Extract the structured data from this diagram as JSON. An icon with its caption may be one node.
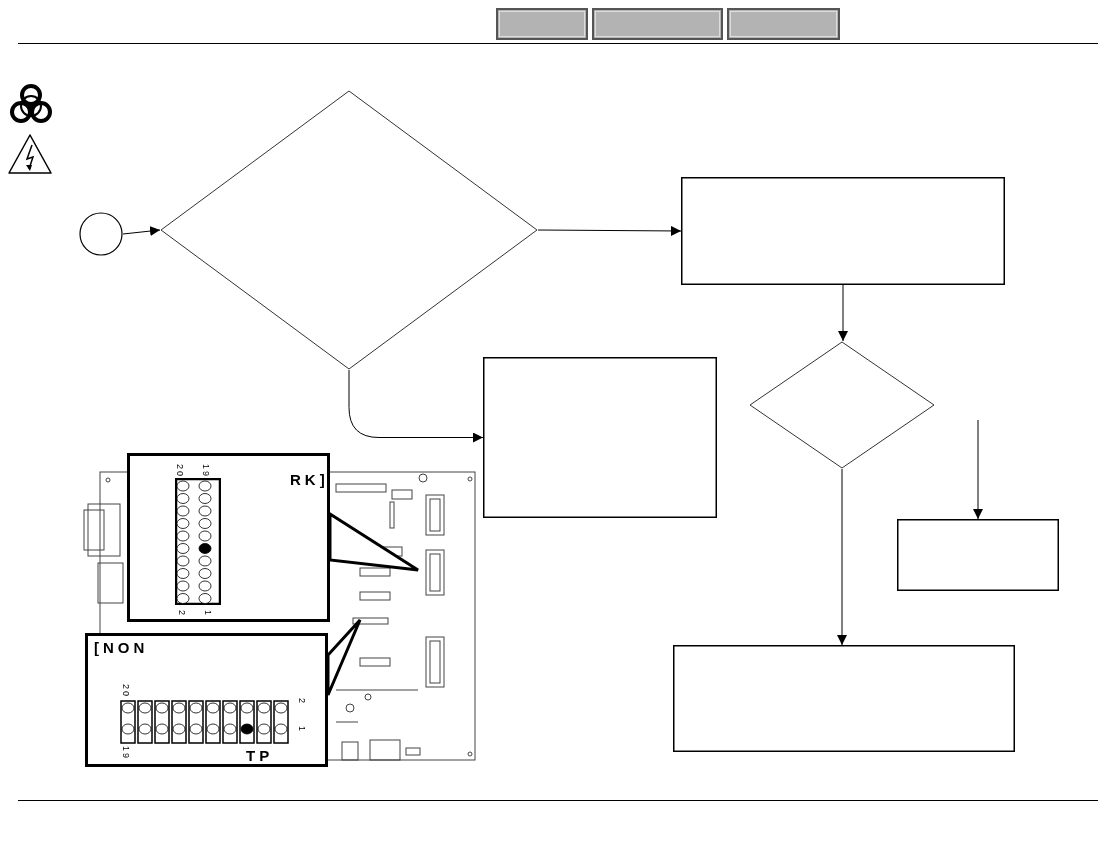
{
  "diagram": {
    "nodes": [
      {
        "text": [],
        "shape": "circle"
      },
      {
        "text": [],
        "shape": "diamond"
      },
      {
        "text": [],
        "shape": "box"
      },
      {
        "text": [],
        "shape": "box"
      },
      {
        "text": [],
        "shape": "diamond"
      },
      {
        "text": [],
        "shape": "box"
      },
      {
        "text": [],
        "shape": "box"
      },
      {
        "text": [
          "RK]",
          "20",
          "19",
          "2",
          "1"
        ]
      },
      {
        "text": [
          "[NON",
          "20",
          "2",
          "1",
          "19",
          "TP"
        ]
      }
    ],
    "edges": [
      {
        "from": 0,
        "to": 1,
        "arrow": "to"
      },
      {
        "from": 1,
        "to": 2,
        "arrow": "to"
      },
      {
        "from": 1,
        "to": 3,
        "arrow": "to"
      },
      {
        "from": 2,
        "to": 4,
        "arrow": "to"
      },
      {
        "from": 4,
        "to": 6,
        "arrow": "to"
      },
      {
        "from": null,
        "to": 5,
        "arrow": "to"
      }
    ]
  }
}
